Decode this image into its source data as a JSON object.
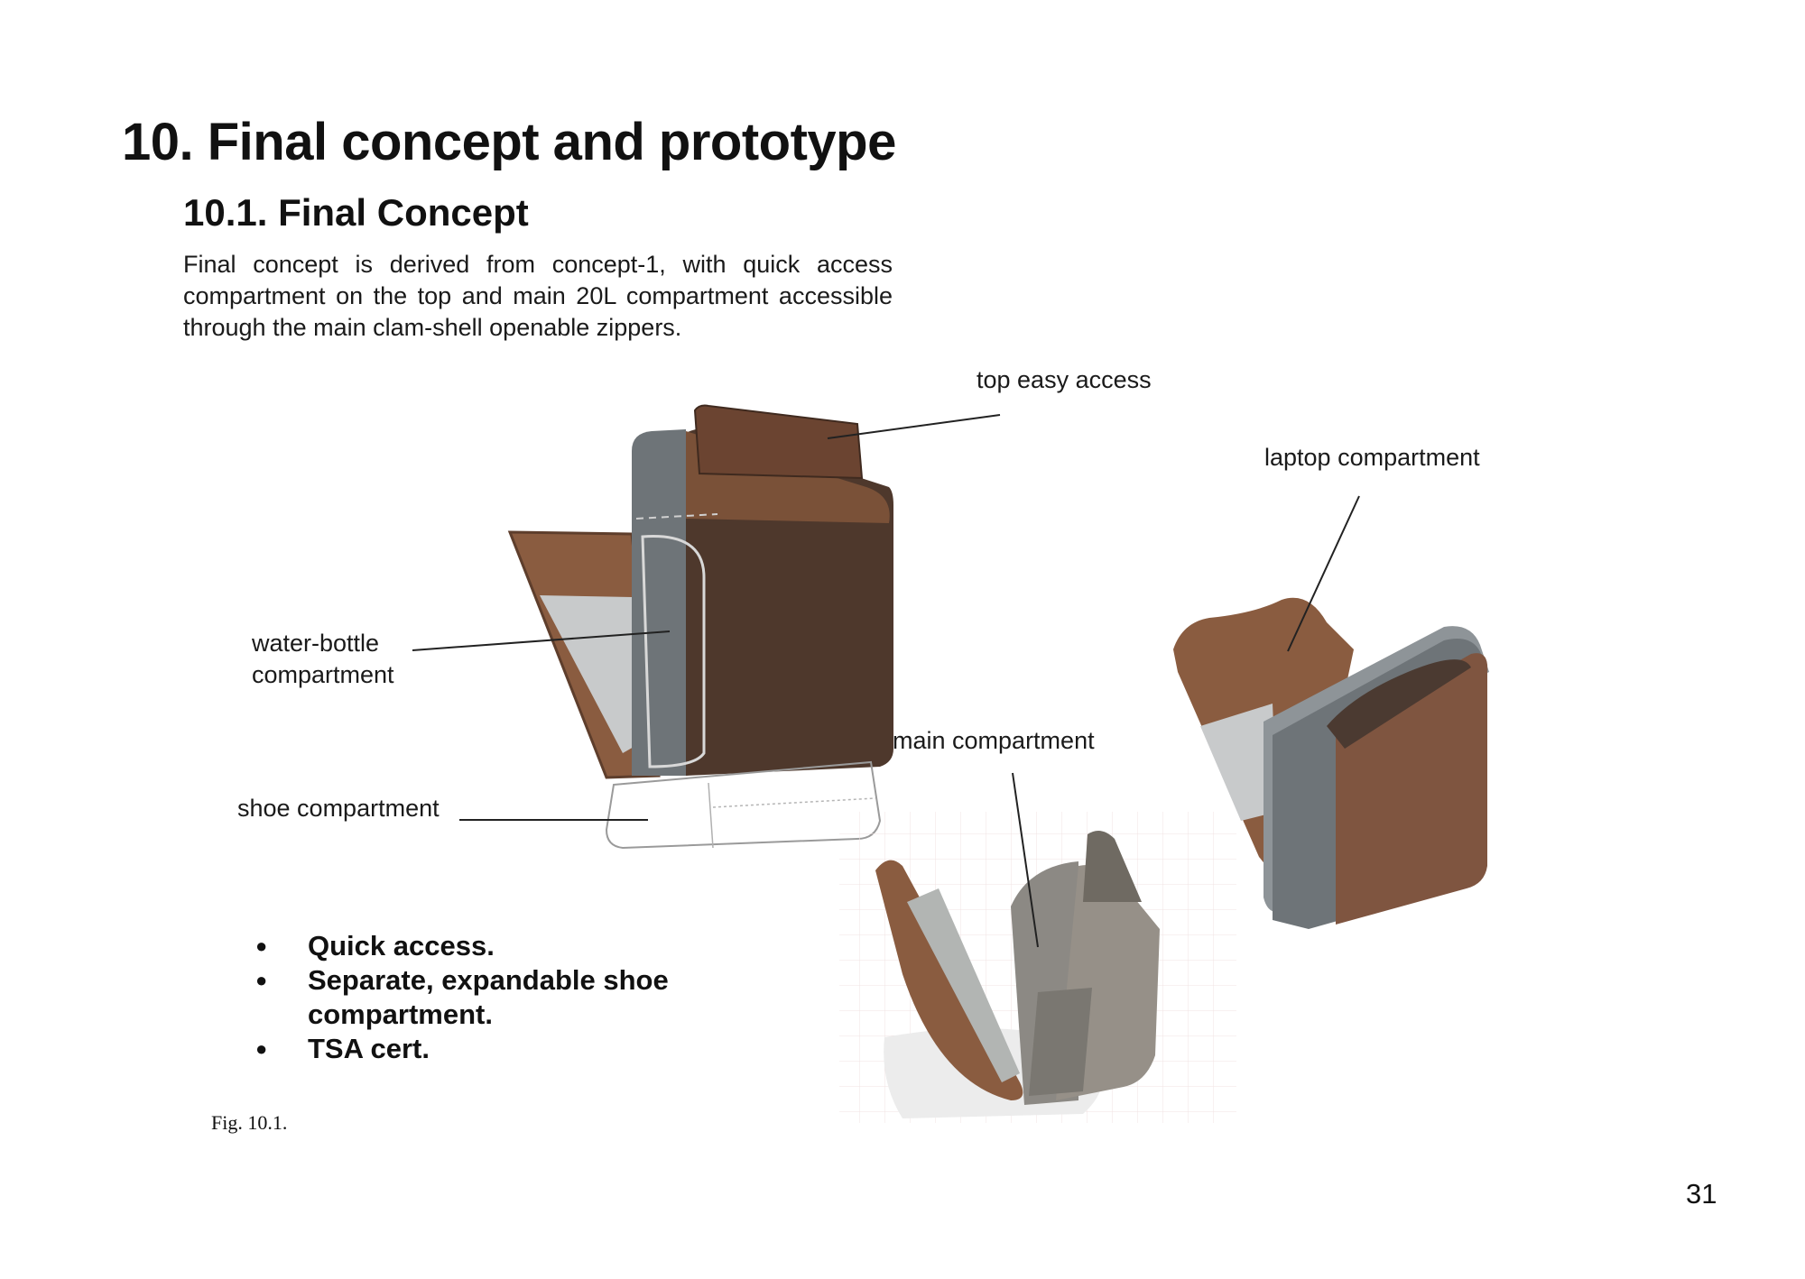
{
  "heading": "10. Final concept and prototype",
  "subheading": "10.1. Final Concept",
  "intro": "Final concept is derived from concept-1, with quick access compartment on the top and main 20L compartment accessible through the main clam-shell openable zippers.",
  "labels": {
    "top_access": "top easy access",
    "laptop": "laptop compartment",
    "water_line1": "water-bottle",
    "water_line2": "compartment",
    "main": "main compartment",
    "shoe": "shoe compartment"
  },
  "bullets": [
    "Quick access.",
    "Separate, expandable shoe compartment.",
    "TSA cert."
  ],
  "figure_caption": "Fig. 10.1.",
  "page_number": "31",
  "colors": {
    "leather": "#7a5138",
    "leather_dark": "#4e382c",
    "shell_grey": "#6e7478",
    "inner_light": "#c9cbcc"
  }
}
